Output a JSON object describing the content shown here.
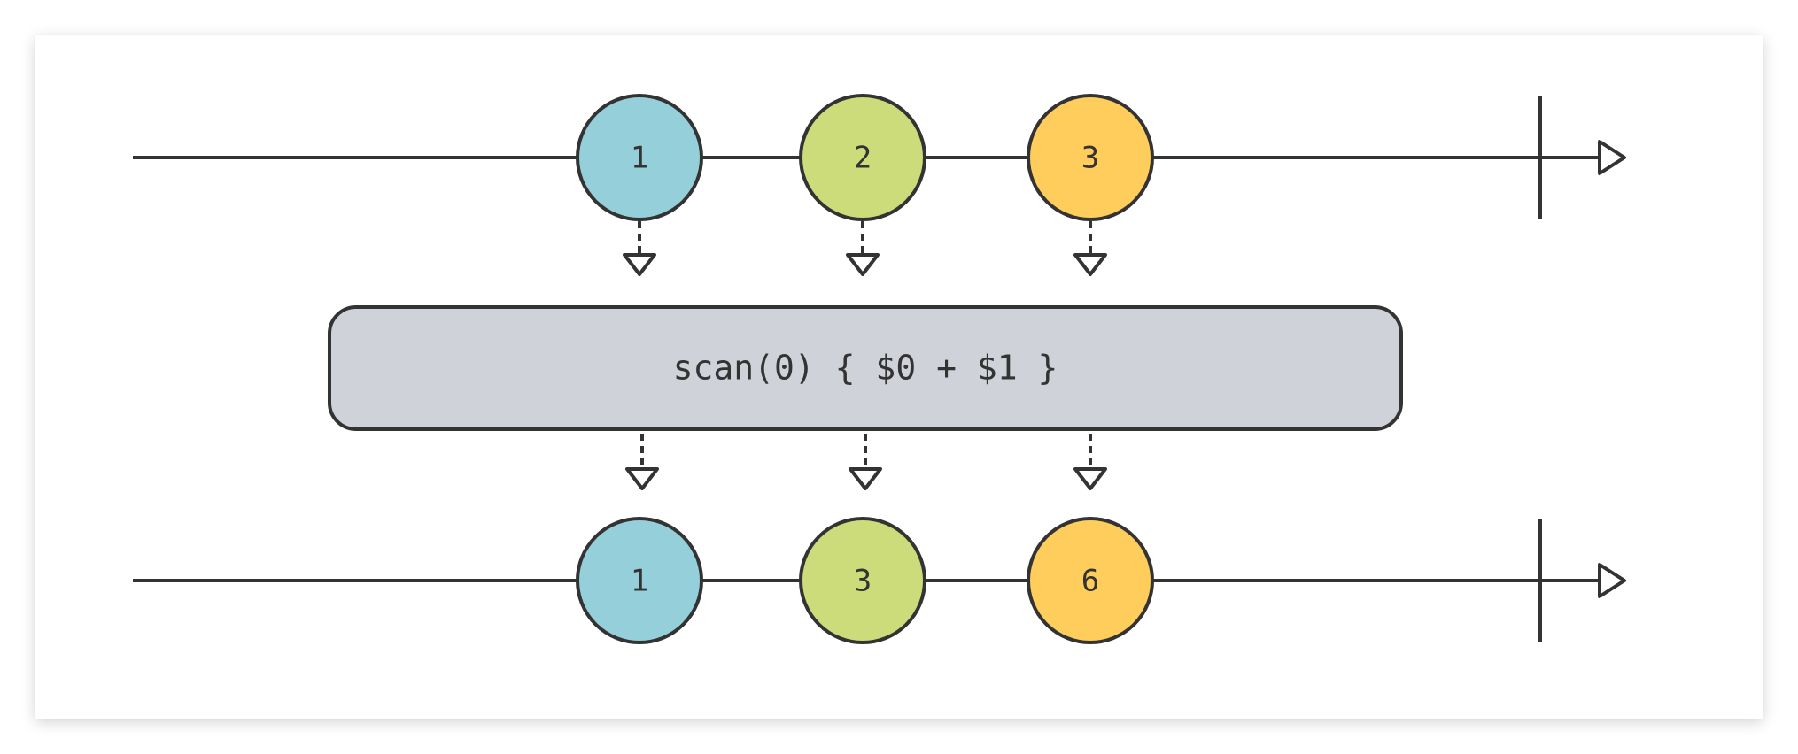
{
  "colors": {
    "line": "#333333",
    "operator_fill": "#cfd2d9",
    "background": "#ffffff",
    "marble_fills": [
      "#95cfd9",
      "#cddc7a",
      "#ffcd5c"
    ]
  },
  "input_stream": {
    "marbles": [
      {
        "label": "1",
        "color_index": 0
      },
      {
        "label": "2",
        "color_index": 1
      },
      {
        "label": "3",
        "color_index": 2
      }
    ],
    "completed": true
  },
  "operator": {
    "label": "scan(0) { $0 + $1 }"
  },
  "output_stream": {
    "marbles": [
      {
        "label": "1",
        "color_index": 0
      },
      {
        "label": "3",
        "color_index": 1
      },
      {
        "label": "6",
        "color_index": 2
      }
    ],
    "completed": true
  }
}
